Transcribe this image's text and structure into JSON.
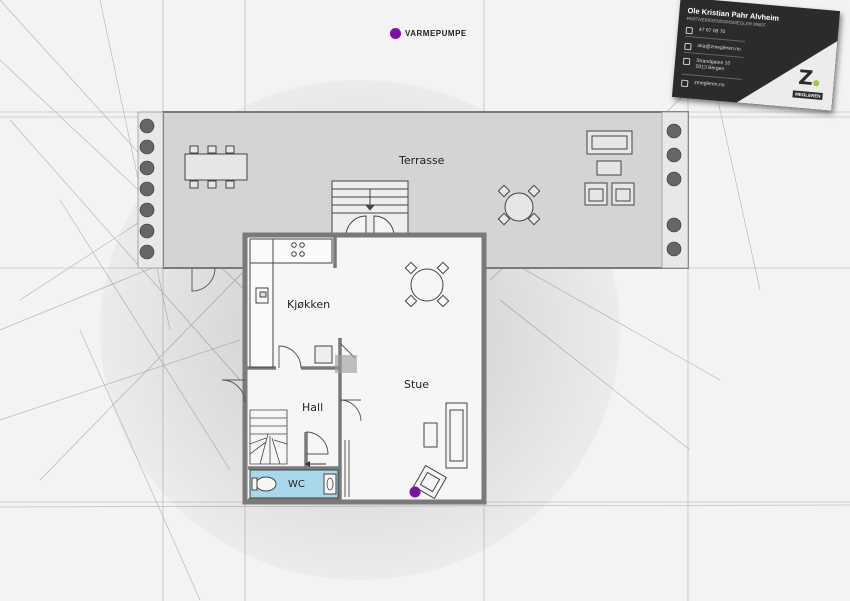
{
  "rooms": {
    "terrasse": "Terrasse",
    "kjokken": "Kjøkken",
    "stue": "Stue",
    "hall": "Hall",
    "wc": "WC"
  },
  "legend": {
    "label": "VARMEPUMPE",
    "color": "#7b12a6"
  },
  "business_card": {
    "name": "Ole Kristian Pahr Alvheim",
    "title": "PARTNER/EIENDOMSMEGLER MNEF",
    "phone": "47 67 08 70",
    "email": "oka@zmegleren.no",
    "address_line1": "Strandgaten 10",
    "address_line2": "5013 Bergen",
    "website": "zmegleren.no",
    "logo_letter": "Z",
    "logo_name": "MEGLEREN",
    "brand_color": "#9ccc3c"
  },
  "colors": {
    "wall": "#7a7a7a",
    "terrace": "#d4d4d4",
    "floor": "#f6f6f6",
    "wc": "#a9d8ec",
    "heat_pump": "#7b12a6"
  }
}
